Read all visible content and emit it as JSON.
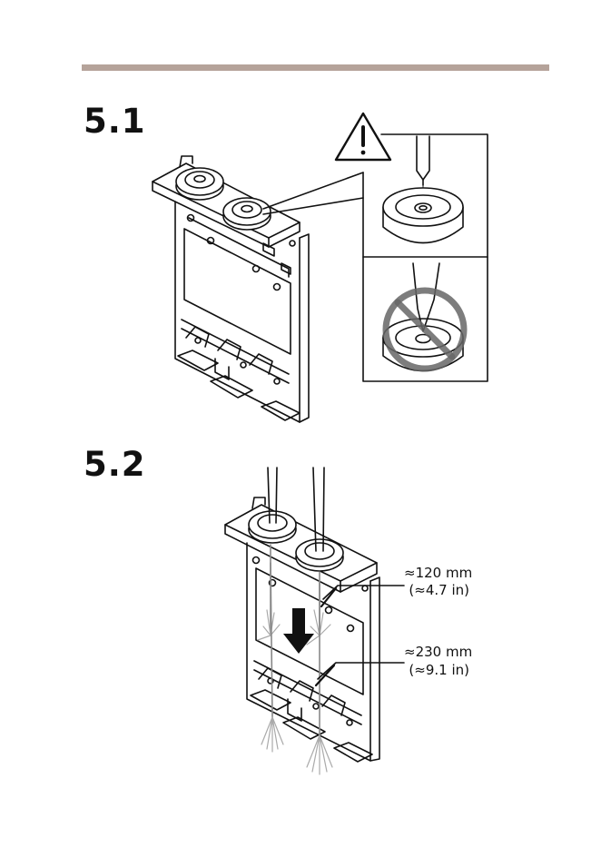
{
  "steps": {
    "step1": {
      "label": "5.1"
    },
    "step2": {
      "label": "5.2"
    }
  },
  "measurements": {
    "upper": {
      "metric": "≈120 mm",
      "imperial": "(≈4.7 in)"
    },
    "lower": {
      "metric": "≈230 mm",
      "imperial": "(≈9.1 in)"
    }
  },
  "icons": {
    "warning": "warning-triangle-icon",
    "prohibited": "prohibited-icon",
    "direction": "down-arrow-icon"
  },
  "colors": {
    "header_bar": "#b5a39a",
    "line": "#111111",
    "wire": "#aaaaaa"
  }
}
